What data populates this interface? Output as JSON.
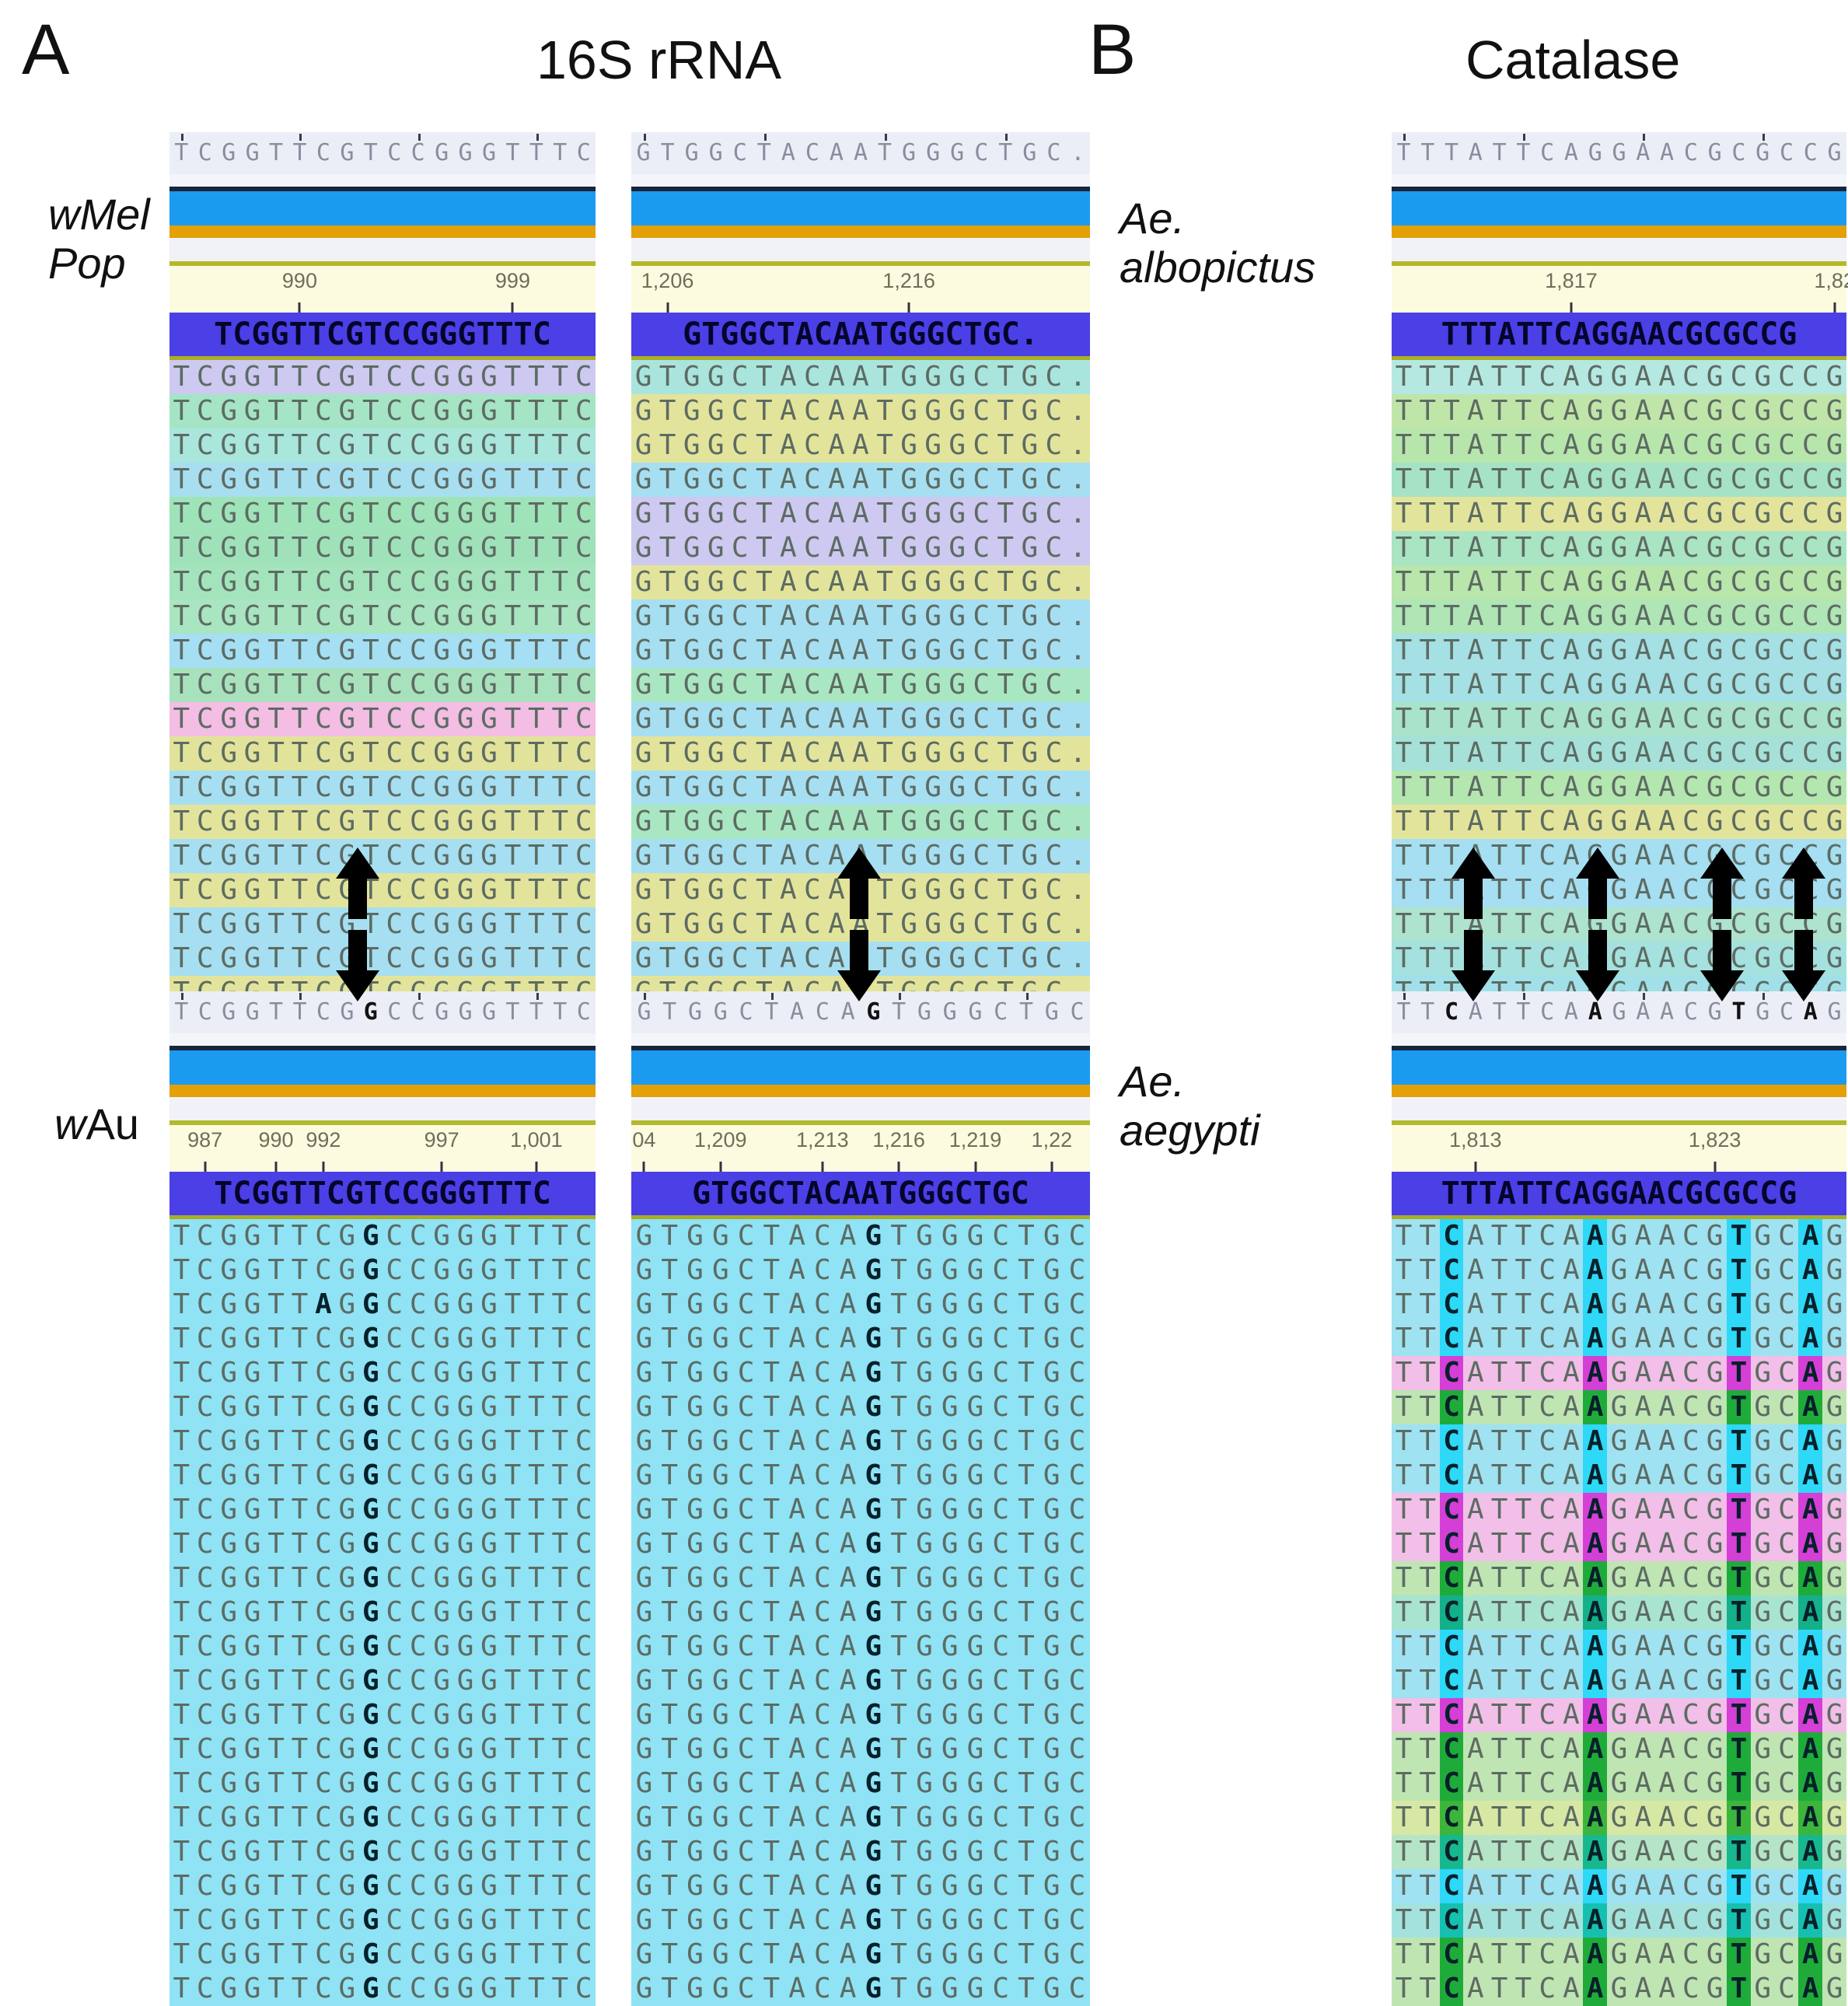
{
  "figure": {
    "panels": [
      {
        "letter": "A",
        "title": "16S rRNA"
      },
      {
        "letter": "B",
        "title": "Catalase"
      }
    ]
  },
  "labels": {
    "wmelpop_line1": "wMel",
    "wmelpop_line2": "Pop",
    "wau_italic": "w",
    "wau_rest": "Au",
    "albopictus_line1": "Ae.",
    "albopictus_line2": "albopictus",
    "aegypti_line1": "Ae.",
    "aegypti_line2": "aegypti"
  },
  "blocks": {
    "a_top_left": {
      "ruler_sequence": "TCGGTTCGTCCGGGTTTC",
      "consensus": "TCGGTTCGTCCGGGTTTC",
      "coords": [
        {
          "label": "990",
          "index": 5
        },
        {
          "label": "999",
          "index": 14
        }
      ],
      "reads": [
        {
          "seq": "TCGGTTCGTCCGGGTTTC",
          "bg": "#cdc9f0"
        },
        {
          "seq": "TCGGTTCGTCCGGGTTTC",
          "bg": "#a5e5c5"
        },
        {
          "seq": "TCGGTTCGTCCGGGTTTC",
          "bg": "#a9e7dd"
        },
        {
          "seq": "TCGGTTCGTCCGGGTTTC",
          "bg": "#a7dff0"
        },
        {
          "seq": "TCGGTTCGTCCGGGTTTC",
          "bg": "#9fe3b9"
        },
        {
          "seq": "TCGGTTCGTCCGGGTTTC",
          "bg": "#9fe2ba"
        },
        {
          "seq": "TCGGTTCGTCCGGGTTTC",
          "bg": "#a4e4bd"
        },
        {
          "seq": "TCGGTTCGTCCGGGTTTC",
          "bg": "#a8e5c0"
        },
        {
          "seq": "TCGGTTCGTCCGGGTTTC",
          "bg": "#a5dff3"
        },
        {
          "seq": "TCGGTTCGTCCGGGTTTC",
          "bg": "#a8e2bd"
        },
        {
          "seq": "TCGGTTCGTCCGGGTTTC",
          "bg": "#f3bde4"
        },
        {
          "seq": "TCGGTTCGTCCGGGTTTC",
          "bg": "#e2e39a"
        },
        {
          "seq": "TCGGTTCGTCCGGGTTTC",
          "bg": "#a6dff1"
        },
        {
          "seq": "TCGGTTCGTCCGGGTTTC",
          "bg": "#e3e49b"
        },
        {
          "seq": "TCGGTTCGTCCGGGTTTC",
          "bg": "#a6dff1"
        },
        {
          "seq": "TCGGTTCGTCCGGGTTTC",
          "bg": "#e3e49b"
        },
        {
          "seq": "TCGGTTCGTCCGGGTTTC",
          "bg": "#a6dff1"
        },
        {
          "seq": "TCGGTTCGTCCGGGTTTC",
          "bg": "#a6dff1"
        },
        {
          "seq": "TCGGTTCGTCCGGGTTTC",
          "bg": "#e3e49b"
        },
        {
          "seq": "TCGGTTCGTCCGGGTTTC",
          "bg": "#a6dff1"
        },
        {
          "seq": "TCGGTTCGTCCGGGTTTC",
          "bg": "#e3e49b"
        },
        {
          "seq": "TCGGTTCGTCCGGGTTTC",
          "bg": "#a6dff1"
        }
      ]
    },
    "a_top_right": {
      "ruler_sequence": "GTGGCTACAATGGGCTGC.",
      "consensus": "GTGGCTACAATGGGCTGC.",
      "coords": [
        {
          "label": "1,206",
          "index": 1
        },
        {
          "label": "1,216",
          "index": 11
        }
      ],
      "reads": [
        {
          "seq": "GTGGCTACAATGGGCTGC.",
          "bg": "#a9e5dd"
        },
        {
          "seq": "GTGGCTACAATGGGCTGC.",
          "bg": "#e3e49b"
        },
        {
          "seq": "GTGGCTACAATGGGCTGC.",
          "bg": "#e3e49b"
        },
        {
          "seq": "GTGGCTACAATGGGCTGC.",
          "bg": "#a6dff1"
        },
        {
          "seq": "GTGGCTACAATGGGCTGC.",
          "bg": "#cdc9f0"
        },
        {
          "seq": "GTGGCTACAATGGGCTGC.",
          "bg": "#cdc9f0"
        },
        {
          "seq": "GTGGCTACAATGGGCTGC.",
          "bg": "#e3e49b"
        },
        {
          "seq": "GTGGCTACAATGGGCTGC.",
          "bg": "#a6dff1"
        },
        {
          "seq": "GTGGCTACAATGGGCTGC.",
          "bg": "#a6dff1"
        },
        {
          "seq": "GTGGCTACAATGGGCTGC.",
          "bg": "#a9e7c2"
        },
        {
          "seq": "GTGGCTACAATGGGCTGC.",
          "bg": "#a6dff1"
        },
        {
          "seq": "GTGGCTACAATGGGCTGC.",
          "bg": "#e3e49b"
        },
        {
          "seq": "GTGGCTACAATGGGCTGC.",
          "bg": "#a6dff1"
        },
        {
          "seq": "GTGGCTACAATGGGCTGC.",
          "bg": "#a9e7c2"
        },
        {
          "seq": "GTGGCTACAATGGGCTGC.",
          "bg": "#a6dff1"
        },
        {
          "seq": "GTGGCTACAATGGGCTGC.",
          "bg": "#e3e49b"
        },
        {
          "seq": "GTGGCTACAATGGGCTGC.",
          "bg": "#e3e49b"
        },
        {
          "seq": "GTGGCTACAATGGGCTGC.",
          "bg": "#a6dff1"
        },
        {
          "seq": "GTGGCTACAATGGGCTGC.",
          "bg": "#e3e49b"
        },
        {
          "seq": "GTGGCTACAATGGGCTGC.",
          "bg": "#a9e7c2"
        },
        {
          "seq": "GTGGCTACAATGGGCTGC.",
          "bg": "#a6dff1"
        },
        {
          "seq": "GTGGCTACAATGGGCTGC.",
          "bg": "#8fdc9a"
        }
      ]
    },
    "a_bottom_left": {
      "ruler_sequence": "TCGGTTCGGCCGGGTTTC",
      "ruler_dark_indices": [
        8
      ],
      "consensus": "TCGGTTCGTCCGGGTTTC",
      "coords": [
        {
          "label": "987",
          "index": 1
        },
        {
          "label": "990",
          "index": 4
        },
        {
          "label": "992",
          "index": 6
        },
        {
          "label": "997",
          "index": 11
        },
        {
          "label": "1,001",
          "index": 15
        }
      ],
      "reads": [
        {
          "seq": "TCGGTTCGGCCGGGTTTC",
          "bg": "#8fe3f5",
          "hl": [
            8
          ]
        },
        {
          "seq": "TCGGTTCGGCCGGGTTTC",
          "bg": "#8fe3f5",
          "hl": [
            8
          ]
        },
        {
          "seq": "TCGGTTAGGCCGGGTTTC",
          "bg": "#8fe3f5",
          "hl": [
            6,
            8
          ]
        },
        {
          "seq": "TCGGTTCGGCCGGGTTTC",
          "bg": "#8fe3f5",
          "hl": [
            8
          ]
        },
        {
          "seq": "TCGGTTCGGCCGGGTTTC",
          "bg": "#8fe3f5",
          "hl": [
            8
          ]
        },
        {
          "seq": "TCGGTTCGGCCGGGTTTC",
          "bg": "#8fe3f5",
          "hl": [
            8
          ]
        },
        {
          "seq": "TCGGTTCGGCCGGGTTTC",
          "bg": "#8fe3f5",
          "hl": [
            8
          ]
        },
        {
          "seq": "TCGGTTCGGCCGGGTTTC",
          "bg": "#8fe3f5",
          "hl": [
            8
          ]
        },
        {
          "seq": "TCGGTTCGGCCGGGTTTC",
          "bg": "#8fe3f5",
          "hl": [
            8
          ]
        },
        {
          "seq": "TCGGTTCGGCCGGGTTTC",
          "bg": "#8fe3f5",
          "hl": [
            8
          ]
        },
        {
          "seq": "TCGGTTCGGCCGGGTTTC",
          "bg": "#8fe3f5",
          "hl": [
            8
          ]
        },
        {
          "seq": "TCGGTTCGGCCGGGTTTC",
          "bg": "#8fe3f5",
          "hl": [
            8
          ]
        },
        {
          "seq": "TCGGTTCGGCCGGGTTTC",
          "bg": "#8fe3f5",
          "hl": [
            8
          ]
        },
        {
          "seq": "TCGGTTCGGCCGGGTTTC",
          "bg": "#8fe3f5",
          "hl": [
            8
          ]
        },
        {
          "seq": "TCGGTTCGGCCGGGTTTC",
          "bg": "#8fe3f5",
          "hl": [
            8
          ]
        },
        {
          "seq": "TCGGTTCGGCCGGGTTTC",
          "bg": "#8fe3f5",
          "hl": [
            8
          ]
        },
        {
          "seq": "TCGGTTCGGCCGGGTTTC",
          "bg": "#8fe3f5",
          "hl": [
            8
          ]
        },
        {
          "seq": "TCGGTTCGGCCGGGTTTC",
          "bg": "#8fe3f5",
          "hl": [
            8
          ]
        },
        {
          "seq": "TCGGTTCGGCCGGGTTTC",
          "bg": "#8fe3f5",
          "hl": [
            8
          ]
        },
        {
          "seq": "TCGGTTCGGCCGGGTTTC",
          "bg": "#8fe3f5",
          "hl": [
            8
          ]
        },
        {
          "seq": "TCGGTTCGGCCGGGTTTC",
          "bg": "#8fe3f5",
          "hl": [
            8
          ]
        },
        {
          "seq": "TCGGTTCGGCCGGGTTTC",
          "bg": "#8fe3f5",
          "hl": [
            8
          ]
        },
        {
          "seq": "TCGGTTCGGCCGGGTTTC",
          "bg": "#8fe3f5",
          "hl": [
            8
          ]
        }
      ]
    },
    "a_bottom_right": {
      "ruler_sequence": "GTGGCTACAGTGGGCTGC",
      "ruler_dark_indices": [
        9
      ],
      "consensus": "GTGGCTACAATGGGCTGC",
      "coords": [
        {
          "label": "04",
          "index": 0
        },
        {
          "label": "1,209",
          "index": 3
        },
        {
          "label": "1,213",
          "index": 7
        },
        {
          "label": "1,216",
          "index": 10
        },
        {
          "label": "1,219",
          "index": 13
        },
        {
          "label": "1,22",
          "index": 16
        }
      ],
      "reads": [
        {
          "seq": "GTGGCTACAGTGGGCTGC",
          "bg": "#8fe3f5",
          "hl": [
            9
          ]
        },
        {
          "seq": "GTGGCTACAGTGGGCTGC",
          "bg": "#8fe3f5",
          "hl": [
            9
          ]
        },
        {
          "seq": "GTGGCTACAGTGGGCTGC",
          "bg": "#8fe3f5",
          "hl": [
            9
          ]
        },
        {
          "seq": "GTGGCTACAGTGGGCTGC",
          "bg": "#8fe3f5",
          "hl": [
            9
          ]
        },
        {
          "seq": "GTGGCTACAGTGGGCTGC",
          "bg": "#8fe3f5",
          "hl": [
            9
          ]
        },
        {
          "seq": "GTGGCTACAGTGGGCTGC",
          "bg": "#8fe3f5",
          "hl": [
            9
          ]
        },
        {
          "seq": "GTGGCTACAGTGGGCTGC",
          "bg": "#8fe3f5",
          "hl": [
            9
          ]
        },
        {
          "seq": "GTGGCTACAGTGGGCTGC",
          "bg": "#8fe3f5",
          "hl": [
            9
          ]
        },
        {
          "seq": "GTGGCTACAGTGGGCTGC",
          "bg": "#8fe3f5",
          "hl": [
            9
          ]
        },
        {
          "seq": "GTGGCTACAGTGGGCTGC",
          "bg": "#8fe3f5",
          "hl": [
            9
          ]
        },
        {
          "seq": "GTGGCTACAGTGGGCTGC",
          "bg": "#8fe3f5",
          "hl": [
            9
          ]
        },
        {
          "seq": "GTGGCTACAGTGGGCTGC",
          "bg": "#8fe3f5",
          "hl": [
            9
          ]
        },
        {
          "seq": "GTGGCTACAGTGGGCTGC",
          "bg": "#8fe3f5",
          "hl": [
            9
          ]
        },
        {
          "seq": "GTGGCTACAGTGGGCTGC",
          "bg": "#8fe3f5",
          "hl": [
            9
          ]
        },
        {
          "seq": "GTGGCTACAGTGGGCTGC",
          "bg": "#8fe3f5",
          "hl": [
            9
          ]
        },
        {
          "seq": "GTGGCTACAGTGGGCTGC",
          "bg": "#8fe3f5",
          "hl": [
            9
          ]
        },
        {
          "seq": "GTGGCTACAGTGGGCTGC",
          "bg": "#8fe3f5",
          "hl": [
            9
          ]
        },
        {
          "seq": "GTGGCTACAGTGGGCTGC",
          "bg": "#8fe3f5",
          "hl": [
            9
          ]
        },
        {
          "seq": "GTGGCTACAGTGGGCTGC",
          "bg": "#8fe3f5",
          "hl": [
            9
          ]
        },
        {
          "seq": "GTGGCTACAGTGGGCTGC",
          "bg": "#8fe3f5",
          "hl": [
            9
          ]
        },
        {
          "seq": "GTGGCTACAGTGGGCTGC",
          "bg": "#8fe3f5",
          "hl": [
            9
          ]
        },
        {
          "seq": "GTGGCTACAGTGGGCTGC",
          "bg": "#8fe3f5",
          "hl": [
            9
          ]
        },
        {
          "seq": "GTGGCTACAGTGGGCTGC",
          "bg": "#8fe3f5",
          "hl": [
            9
          ]
        }
      ]
    },
    "b_top": {
      "ruler_sequence": "TTTATTCAGGAACGCGCCG",
      "consensus": "TTTATTCAGGAACGCGCCG",
      "coords": [
        {
          "label": "1,817",
          "index": 7
        },
        {
          "label": "1,82",
          "index": 18
        }
      ],
      "reads": [
        {
          "seq": "TTTATTCAGGAACGCGCCG",
          "bg": "#b4e8e0"
        },
        {
          "seq": "TTTATTCAGGAACGCGCCG",
          "bg": "#c0e5a8"
        },
        {
          "seq": "TTTATTCAGGAACGCGCCG",
          "bg": "#b7e6ac"
        },
        {
          "seq": "TTTATTCAGGAACGCGCCG",
          "bg": "#a6e3c6"
        },
        {
          "seq": "TTTATTCAGGAACGCGCCG",
          "bg": "#e3e49b"
        },
        {
          "seq": "TTTATTCAGGAACGCGCCG",
          "bg": "#a9e4c3"
        },
        {
          "seq": "TTTATTCAGGAACGCGCCG",
          "bg": "#b8e6ab"
        },
        {
          "seq": "TTTATTCAGGAACGCGCCG",
          "bg": "#b0e5b6"
        },
        {
          "seq": "TTTATTCAGGAACGCGCCG",
          "bg": "#a4e0e4"
        },
        {
          "seq": "TTTATTCAGGAACGCGCCG",
          "bg": "#a4e0e4"
        },
        {
          "seq": "TTTATTCAGGAACGCGCCG",
          "bg": "#a9e3cc"
        },
        {
          "seq": "TTTATTCAGGAACGCGCCG",
          "bg": "#a5e1d8"
        },
        {
          "seq": "TTTATTCAGGAACGCGCCG",
          "bg": "#b4e6b0"
        },
        {
          "seq": "TTTATTCAGGAACGCGCCG",
          "bg": "#e3e49b"
        },
        {
          "seq": "TTTATTCAGGAACGCGCCG",
          "bg": "#a5dff1"
        },
        {
          "seq": "TTTATTCAGGAACGCGCCG",
          "bg": "#a5dff1"
        },
        {
          "seq": "TTTATTCAGGAACGCGCCG",
          "bg": "#ade3cf"
        },
        {
          "seq": "TTTATTCAGGAACGCGCCG",
          "bg": "#a5e1de"
        },
        {
          "seq": "TTTATTCAGGAACGCGCCG",
          "bg": "#a1e0e8"
        },
        {
          "seq": "TTTATTCAGGAACGCGCCG",
          "bg": "#a1e0e8"
        },
        {
          "seq": "TTTATTCAGGAACGCGCCG",
          "bg": "#a1e0e8"
        },
        {
          "seq": "TTTATTCAGGAACGCGCCG",
          "bg": "#a1e0e8"
        }
      ]
    },
    "b_bottom": {
      "ruler_sequence": "TTCATTCAAGAACGTGCAG",
      "ruler_dark_indices": [
        2,
        8,
        14,
        17
      ],
      "consensus": "TTTATTCAGGAACGCGCCG",
      "coords": [
        {
          "label": "1,813",
          "index": 3
        },
        {
          "label": "1,823",
          "index": 13
        }
      ],
      "variant_indices": [
        2,
        8,
        14,
        17
      ],
      "reads": [
        {
          "seq": "TTCATTCAAGAACGTGCAG",
          "bg": "#9fe2f2",
          "hlbg": "#2ed8f7"
        },
        {
          "seq": "TTCATTCAAGAACGTGCAG",
          "bg": "#9fe2f2",
          "hlbg": "#2ed8f7"
        },
        {
          "seq": "TTCATTCAAGAACGTGCAG",
          "bg": "#9fe2f2",
          "hlbg": "#2ed8f7"
        },
        {
          "seq": "TTCATTCAAGAACGTGCAG",
          "bg": "#9fe2f2",
          "hlbg": "#2ed8f7"
        },
        {
          "seq": "TTCATTCAAGAACGTGCAG",
          "bg": "#f2bfe8",
          "hlbg": "#d43fd6"
        },
        {
          "seq": "TTCATTCAAGAACGTGCAG",
          "bg": "#bfe5b2",
          "hlbg": "#1fab3a"
        },
        {
          "seq": "TTCATTCAAGAACGTGCAG",
          "bg": "#9fe2f2",
          "hlbg": "#2ed8f7"
        },
        {
          "seq": "TTCATTCAAGAACGTGCAG",
          "bg": "#9fe2f2",
          "hlbg": "#2ed8f7"
        },
        {
          "seq": "TTCATTCAAGAACGTGCAG",
          "bg": "#f2bfe8",
          "hlbg": "#d43fd6"
        },
        {
          "seq": "TTCATTCAAGAACGTGCAG",
          "bg": "#f2bfe8",
          "hlbg": "#d43fd6"
        },
        {
          "seq": "TTCATTCAAGAACGTGCAG",
          "bg": "#bfe5b2",
          "hlbg": "#1fab3a"
        },
        {
          "seq": "TTCATTCAAGAACGTGCAG",
          "bg": "#a9e4d0",
          "hlbg": "#14b08a"
        },
        {
          "seq": "TTCATTCAAGAACGTGCAG",
          "bg": "#9fe2f2",
          "hlbg": "#2ed8f7"
        },
        {
          "seq": "TTCATTCAAGAACGTGCAG",
          "bg": "#9fe2f2",
          "hlbg": "#2ed8f7"
        },
        {
          "seq": "TTCATTCAAGAACGTGCAG",
          "bg": "#f2bfe8",
          "hlbg": "#d43fd6"
        },
        {
          "seq": "TTCATTCAAGAACGTGCAG",
          "bg": "#bfe5b2",
          "hlbg": "#1fab3a"
        },
        {
          "seq": "TTCATTCAAGAACGTGCAG",
          "bg": "#bfe5b2",
          "hlbg": "#1fab3a"
        },
        {
          "seq": "TTCATTCAAGAACGTGCAG",
          "bg": "#d6e8a4",
          "hlbg": "#3cb53c"
        },
        {
          "seq": "TTCATTCAAGAACGTGCAG",
          "bg": "#b6e4c6",
          "hlbg": "#18b88e"
        },
        {
          "seq": "TTCATTCAAGAACGTGCAG",
          "bg": "#9fe2f2",
          "hlbg": "#2ed8f7"
        },
        {
          "seq": "TTCATTCAAGAACGTGCAG",
          "bg": "#a4e3dd",
          "hlbg": "#16c0b0"
        },
        {
          "seq": "TTCATTCAAGAACGTGCAG",
          "bg": "#bfe5b2",
          "hlbg": "#1fab3a"
        },
        {
          "seq": "TTCATTCAAGAACGTGCAG",
          "bg": "#bfe5b2",
          "hlbg": "#1fab3a"
        }
      ]
    }
  },
  "arrows": {
    "icon_up": "arrow-up-icon",
    "icon_down": "arrow-down-icon",
    "positions_panel_a": [
      2,
      2
    ],
    "positions_panel_b": [
      4,
      4
    ]
  },
  "colors": {
    "consensus_bg": "#4b3fe6",
    "annotation_blue": "#1b9bf0",
    "annotation_orange": "#e3a007",
    "coord_band": "#fcfbe0",
    "ruler_bg": "#eceef7"
  }
}
